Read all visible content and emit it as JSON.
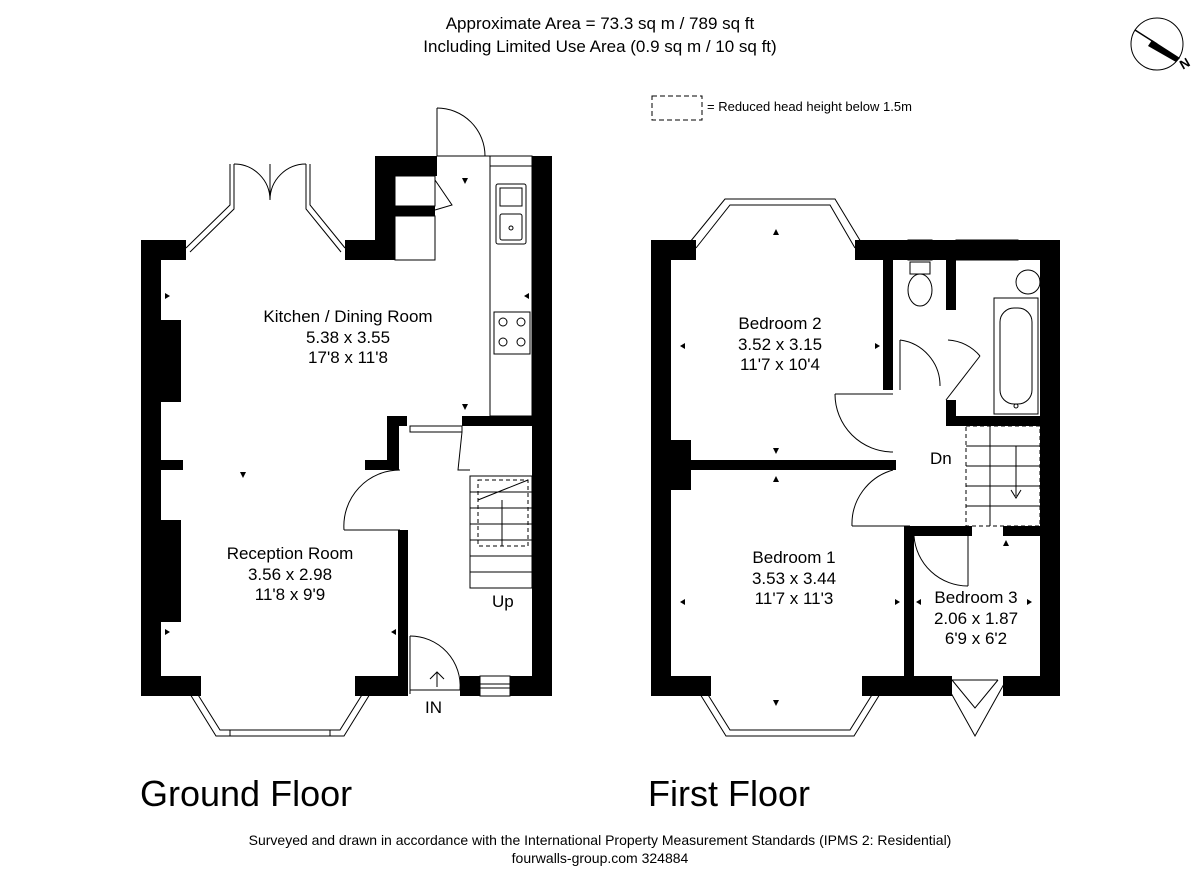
{
  "header": {
    "area_line": "Approximate  Area = 73.3 sq m / 789 sq ft",
    "limited_line": "Including Limited Use Area (0.9 sq m / 10 sq ft)"
  },
  "legend": {
    "text": "= Reduced head height below 1.5m"
  },
  "compass": {
    "label": "N"
  },
  "ground_floor": {
    "title": "Ground Floor",
    "kitchen": {
      "name": "Kitchen / Dining Room",
      "metric": "5.38 x 3.55",
      "imperial": "17'8 x 11'8"
    },
    "reception": {
      "name": "Reception Room",
      "metric": "3.56 x 2.98",
      "imperial": "11'8 x 9'9"
    },
    "stairs_label": "Up",
    "entrance_label": "IN"
  },
  "first_floor": {
    "title": "First Floor",
    "bedroom2": {
      "name": "Bedroom 2",
      "metric": "3.52 x 3.15",
      "imperial": "11'7 x 10'4"
    },
    "bedroom1": {
      "name": "Bedroom 1",
      "metric": "3.53 x 3.44",
      "imperial": "11'7 x 11'3"
    },
    "bedroom3": {
      "name": "Bedroom 3",
      "metric": "2.06 x 1.87",
      "imperial": "6'9 x 6'2"
    },
    "stairs_label": "Dn"
  },
  "footer": {
    "line1": "Surveyed and drawn in accordance with the International Property Measurement Standards (IPMS 2: Residential)",
    "line2": "fourwalls-group.com 324884"
  }
}
